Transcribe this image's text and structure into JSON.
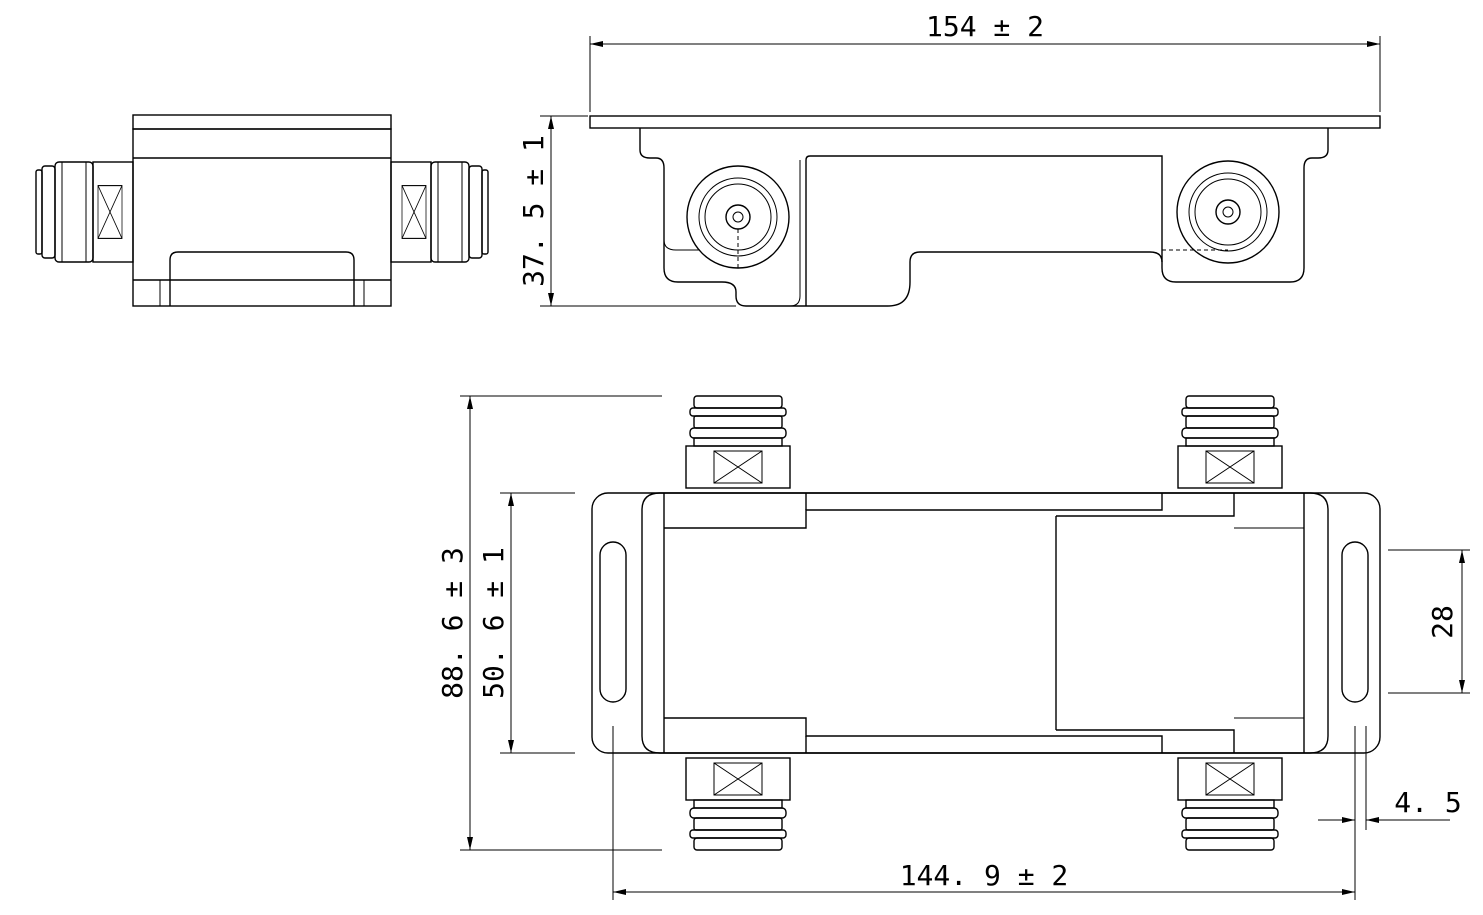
{
  "dimensions": {
    "top_length": "154 ± 2",
    "side_height": "37. 5 ± 1",
    "overall_width": "88. 6 ± 3",
    "body_width": "50. 6 ± 1",
    "slot_length": "28",
    "slot_width": "4. 5",
    "mount_pitch": "144. 9 ± 2"
  },
  "colors": {
    "line": "#000000",
    "background": "#ffffff"
  }
}
